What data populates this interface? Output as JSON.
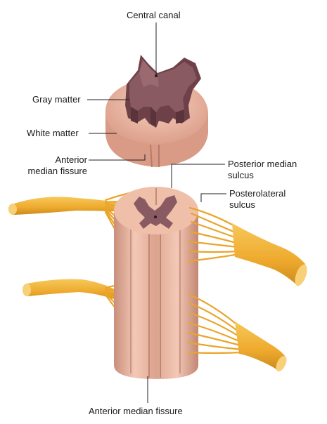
{
  "labels": {
    "central_canal": "Central canal",
    "gray_matter": "Gray matter",
    "white_matter": "White matter",
    "anterior_median_fissure_top": "Anterior\nmedian fissure",
    "posterior_median_sulcus": "Posterior median\nsulcus",
    "posterolateral_sulcus": "Posterolateral\nsulcus",
    "anterior_median_fissure_bottom": "Anterior median fissure"
  },
  "colors": {
    "white_matter": "#e9b7a4",
    "white_matter_shade": "#c98f7b",
    "gray_matter": "#7a5158",
    "gray_matter_light": "#a07070",
    "nerve": "#f0b237",
    "nerve_dark": "#c98a1c",
    "leader_line": "#222222"
  }
}
